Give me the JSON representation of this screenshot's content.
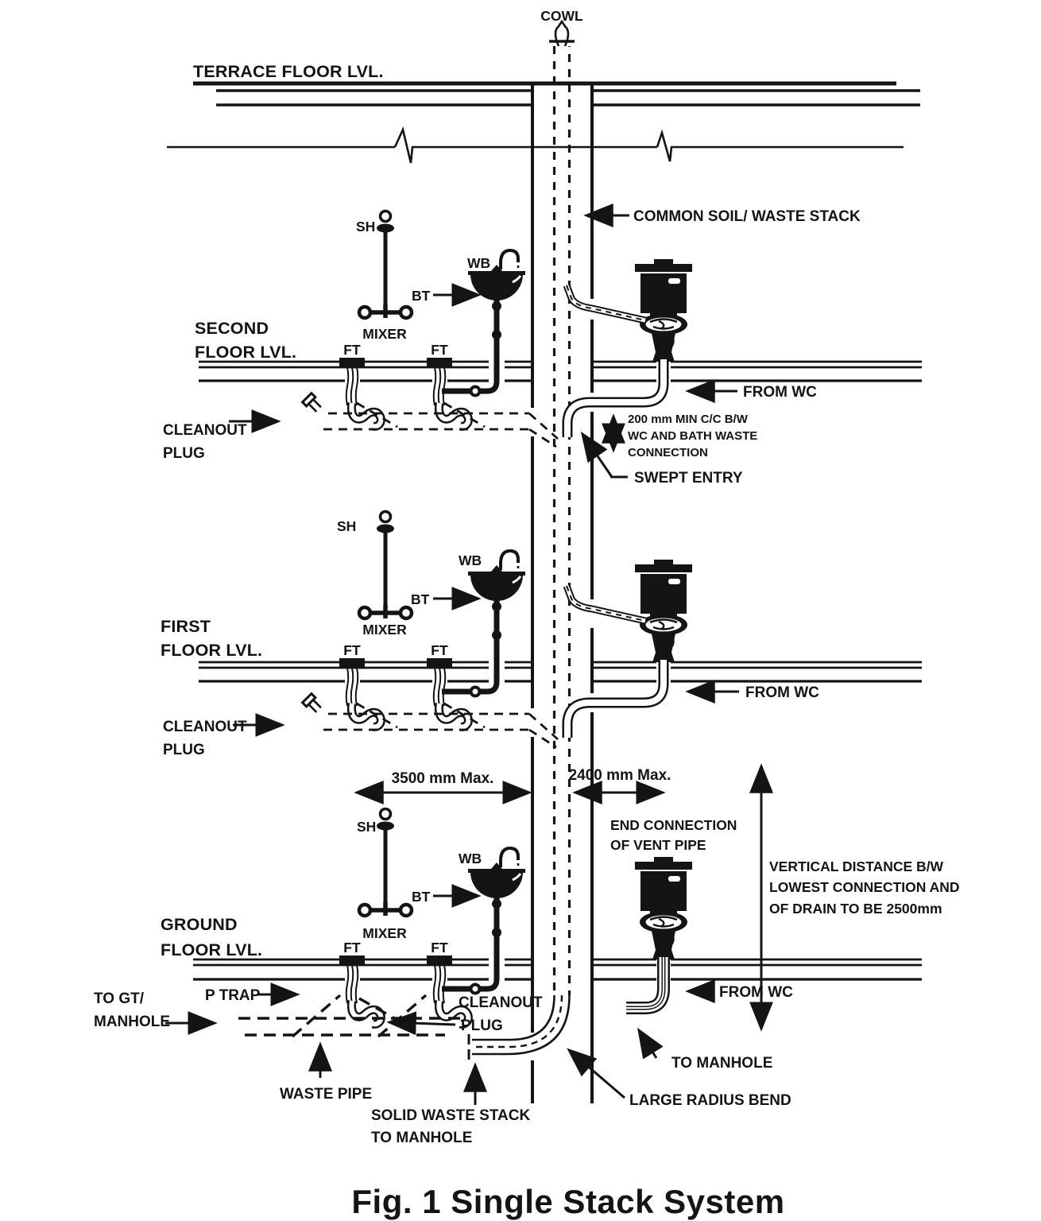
{
  "figure": {
    "caption": "Fig. 1 Single Stack System"
  },
  "colors": {
    "ink": "#141414",
    "bg": "#ffffff"
  },
  "labels": {
    "cowl": "COWL",
    "terrace_floor": "TERRACE FLOOR LVL.",
    "common_stack": "COMMON SOIL/ WASTE STACK",
    "second_floor": [
      "SECOND",
      "FLOOR LVL."
    ],
    "first_floor": [
      "FIRST",
      "FLOOR LVL."
    ],
    "ground_floor": [
      "GROUND",
      "FLOOR LVL."
    ],
    "shower": "SH",
    "washbasin": "WB",
    "bathtub": "BT",
    "floor_trap": "FT",
    "mixer": "MIXER",
    "from_wc": "FROM WC",
    "cleanout_plug": [
      "CLEANOUT",
      "PLUG"
    ],
    "min_cc": [
      "200 mm MIN C/C B/W",
      "WC AND BATH WASTE",
      "CONNECTION"
    ],
    "swept_entry": "SWEPT ENTRY",
    "dim_3500": "3500 mm Max.",
    "dim_2400": "2400 mm Max.",
    "end_connection": [
      "END CONNECTION",
      "OF VENT PIPE"
    ],
    "vertical_distance": [
      "VERTICAL DISTANCE B/W",
      "LOWEST CONNECTION AND",
      "OF DRAIN TO BE 2500mm"
    ],
    "p_trap": "P TRAP",
    "to_gt_manhole": [
      "TO GT/",
      "MANHOLE"
    ],
    "waste_pipe": "WASTE PIPE",
    "solid_waste_stack": [
      "SOLID WASTE STACK",
      "TO MANHOLE"
    ],
    "large_radius_bend": "LARGE RADIUS BEND",
    "to_manhole": "TO MANHOLE"
  }
}
